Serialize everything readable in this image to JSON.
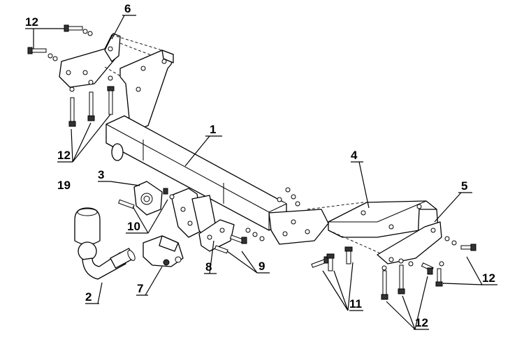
{
  "diagram": {
    "callouts": [
      {
        "id": "callout-1",
        "label": "1"
      },
      {
        "id": "callout-2",
        "label": "2"
      },
      {
        "id": "callout-3",
        "label": "3"
      },
      {
        "id": "callout-4",
        "label": "4"
      },
      {
        "id": "callout-5",
        "label": "5"
      },
      {
        "id": "callout-6",
        "label": "6"
      },
      {
        "id": "callout-7",
        "label": "7"
      },
      {
        "id": "callout-8",
        "label": "8"
      },
      {
        "id": "callout-9",
        "label": "9"
      },
      {
        "id": "callout-10",
        "label": "10"
      },
      {
        "id": "callout-11",
        "label": "11"
      },
      {
        "id": "callout-12a",
        "label": "12"
      },
      {
        "id": "callout-12b",
        "label": "12"
      },
      {
        "id": "callout-12c",
        "label": "12"
      },
      {
        "id": "callout-12d",
        "label": "12"
      },
      {
        "id": "callout-19",
        "label": "19"
      }
    ]
  }
}
